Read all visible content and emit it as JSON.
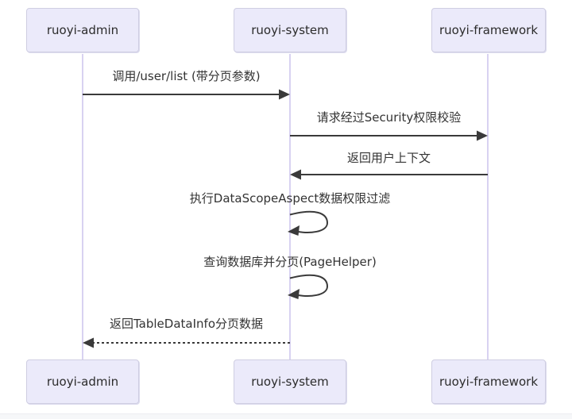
{
  "diagram": {
    "type": "sequence-diagram",
    "participants": [
      {
        "name": "ruoyi-admin"
      },
      {
        "name": "ruoyi-system"
      },
      {
        "name": "ruoyi-framework"
      }
    ],
    "messages": [
      {
        "from": "ruoyi-admin",
        "to": "ruoyi-system",
        "style": "solid",
        "text": "调用/user/list (带分页参数)"
      },
      {
        "from": "ruoyi-system",
        "to": "ruoyi-framework",
        "style": "solid",
        "text": "请求经过Security权限校验"
      },
      {
        "from": "ruoyi-framework",
        "to": "ruoyi-system",
        "style": "solid",
        "text": "返回用户上下文"
      },
      {
        "from": "ruoyi-system",
        "to": "ruoyi-system",
        "style": "self-loop",
        "text": "执行DataScopeAspect数据权限过滤"
      },
      {
        "from": "ruoyi-system",
        "to": "ruoyi-system",
        "style": "self-loop",
        "text": "查询数据库并分页(PageHelper)"
      },
      {
        "from": "ruoyi-system",
        "to": "ruoyi-admin",
        "style": "dashed",
        "text": "返回TableDataInfo分页数据"
      }
    ],
    "colors": {
      "actor_fill": "#EBEAFA",
      "actor_border": "#CFCEE2",
      "lifeline": "#D8D2F1",
      "arrow": "#3A3A3A",
      "text": "#333333",
      "background": "#FFFFFF",
      "footer_strip": "#F6F7F9"
    }
  }
}
